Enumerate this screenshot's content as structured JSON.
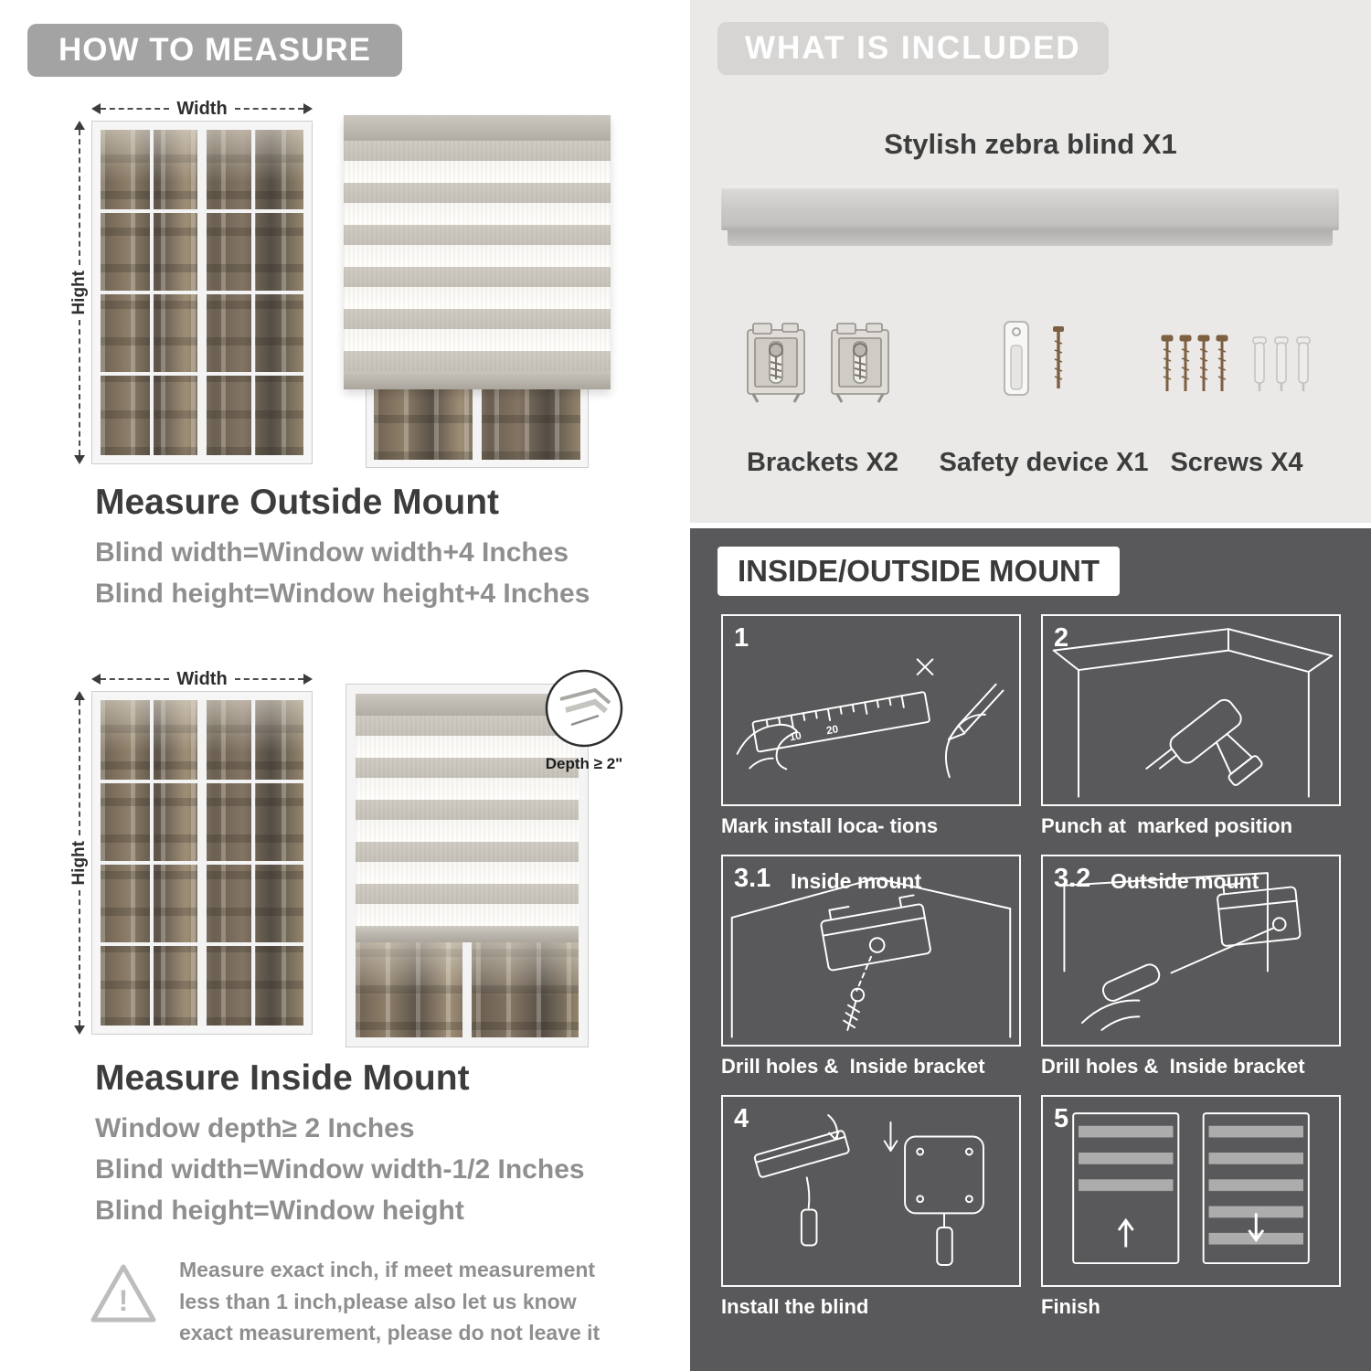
{
  "colors": {
    "left_badge_bg": "#a3a3a3",
    "heading_text": "#3c3c3c",
    "body_text": "#8f8f8f",
    "included_bg": "#eae9e7",
    "included_badge_bg": "#d6d5d3",
    "dark_section_bg": "#59595b",
    "badge_text": "#ffffff"
  },
  "how_to_measure": {
    "header": "HOW TO MEASURE",
    "outside": {
      "width_label": "Width",
      "height_label": "Hight",
      "heading": "Measure Outside Mount",
      "line1": "Blind width=Window width+4 Inches",
      "line2": "Blind height=Window height+4 Inches"
    },
    "inside": {
      "width_label": "Width",
      "height_label": "Hight",
      "depth_label": "Depth ≥ 2\"",
      "heading": "Measure Inside Mount",
      "line1": "Window depth≥ 2 Inches",
      "line2": "Blind width=Window width-1/2 Inches",
      "line3": "Blind height=Window height"
    },
    "note": "Measure exact inch, if meet measurement less than 1 inch,please also let us know exact measurement, please do not leave it"
  },
  "included": {
    "header": "WHAT IS INCLUDED",
    "product_label": "Stylish zebra blind X1",
    "parts": [
      {
        "label": "Brackets X2"
      },
      {
        "label": "Safety device X1"
      },
      {
        "label": "Screws X4"
      }
    ]
  },
  "mount_steps": {
    "header": "INSIDE/OUTSIDE MOUNT",
    "steps": [
      {
        "num": "1",
        "title": "",
        "caption": "Mark install loca- tions"
      },
      {
        "num": "2",
        "title": "",
        "caption": "Punch at  marked position"
      },
      {
        "num": "3.1",
        "title": "Inside mount",
        "caption": "Drill holes &  Inside bracket"
      },
      {
        "num": "3.2",
        "title": "Outside mount",
        "caption": "Drill holes &  Inside bracket"
      },
      {
        "num": "4",
        "title": "",
        "caption": "Install the blind"
      },
      {
        "num": "5",
        "title": "",
        "caption": "Finish"
      }
    ]
  }
}
